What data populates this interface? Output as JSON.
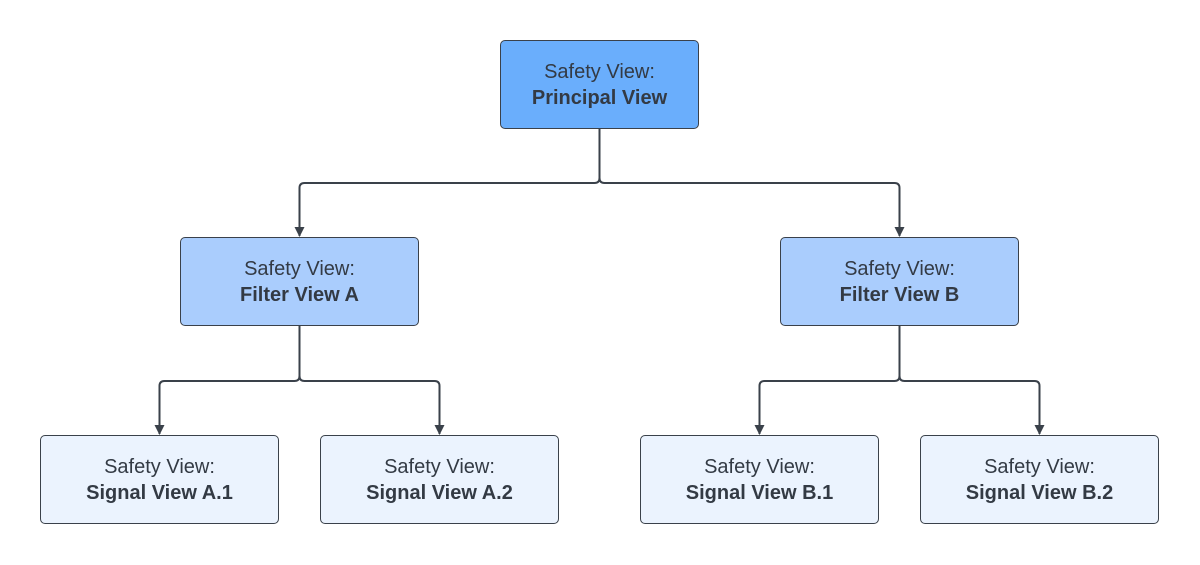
{
  "nodes": {
    "root": {
      "line1": "Safety View:",
      "line2": "Principal View"
    },
    "filter_a": {
      "line1": "Safety View:",
      "line2": "Filter View A"
    },
    "filter_b": {
      "line1": "Safety View:",
      "line2": "Filter View B"
    },
    "signal_a1": {
      "line1": "Safety View:",
      "line2": "Signal View A.1"
    },
    "signal_a2": {
      "line1": "Safety View:",
      "line2": "Signal View A.2"
    },
    "signal_b1": {
      "line1": "Safety View:",
      "line2": "Signal View B.1"
    },
    "signal_b2": {
      "line1": "Safety View:",
      "line2": "Signal View B.2"
    }
  },
  "edges": [
    {
      "from": "root",
      "to": "filter_a"
    },
    {
      "from": "root",
      "to": "filter_b"
    },
    {
      "from": "filter_a",
      "to": "signal_a1"
    },
    {
      "from": "filter_a",
      "to": "signal_a2"
    },
    {
      "from": "filter_b",
      "to": "signal_b1"
    },
    {
      "from": "filter_b",
      "to": "signal_b2"
    }
  ],
  "colors": {
    "level0_fill": "#6aaefc",
    "level1_fill": "#aacdfd",
    "level2_fill": "#ebf3fe",
    "stroke": "#3a414a",
    "text": "#333a44"
  }
}
